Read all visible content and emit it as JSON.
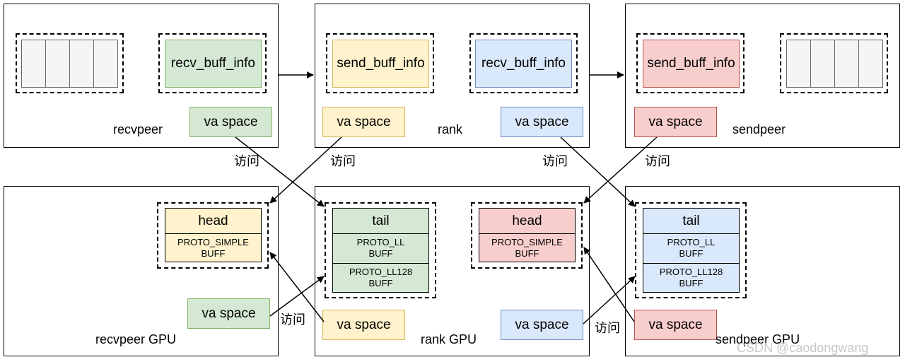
{
  "top": {
    "recvpeer": {
      "label": "recvpeer",
      "buff_info": "recv_buff_info",
      "va_space": "va space"
    },
    "rank": {
      "label": "rank",
      "send_buff_info": "send_buff_info",
      "recv_buff_info": "recv_buff_info",
      "va_space_left": "va space",
      "va_space_right": "va space"
    },
    "sendpeer": {
      "label": "sendpeer",
      "buff_info": "send_buff_info",
      "va_space": "va space"
    }
  },
  "bottom": {
    "recvpeer_gpu": {
      "label": "recvpeer GPU",
      "head": "head",
      "simple_buff": "PROTO_SIMPLE\nBUFF",
      "va_space": "va space"
    },
    "rank_gpu": {
      "label": "rank GPU",
      "tail": "tail",
      "ll_buff": "PROTO_LL\nBUFF",
      "ll128_buff": "PROTO_LL128\nBUFF",
      "head": "head",
      "simple_buff": "PROTO_SIMPLE\nBUFF",
      "va_space_left": "va space",
      "va_space_right": "va space"
    },
    "sendpeer_gpu": {
      "label": "sendpeer GPU",
      "tail": "tail",
      "ll_buff": "PROTO_LL\nBUFF",
      "ll128_buff": "PROTO_LL128\nBUFF",
      "va_space": "va space"
    }
  },
  "access_labels": [
    "访问",
    "访问",
    "访问",
    "访问",
    "访问",
    "访问"
  ],
  "watermark": "CSDN @caodongwang",
  "colors": {
    "green_fill": "#d5e8d4",
    "yellow_fill": "#fff2cc",
    "blue_fill": "#dae8fc",
    "red_fill": "#f8cecc"
  }
}
